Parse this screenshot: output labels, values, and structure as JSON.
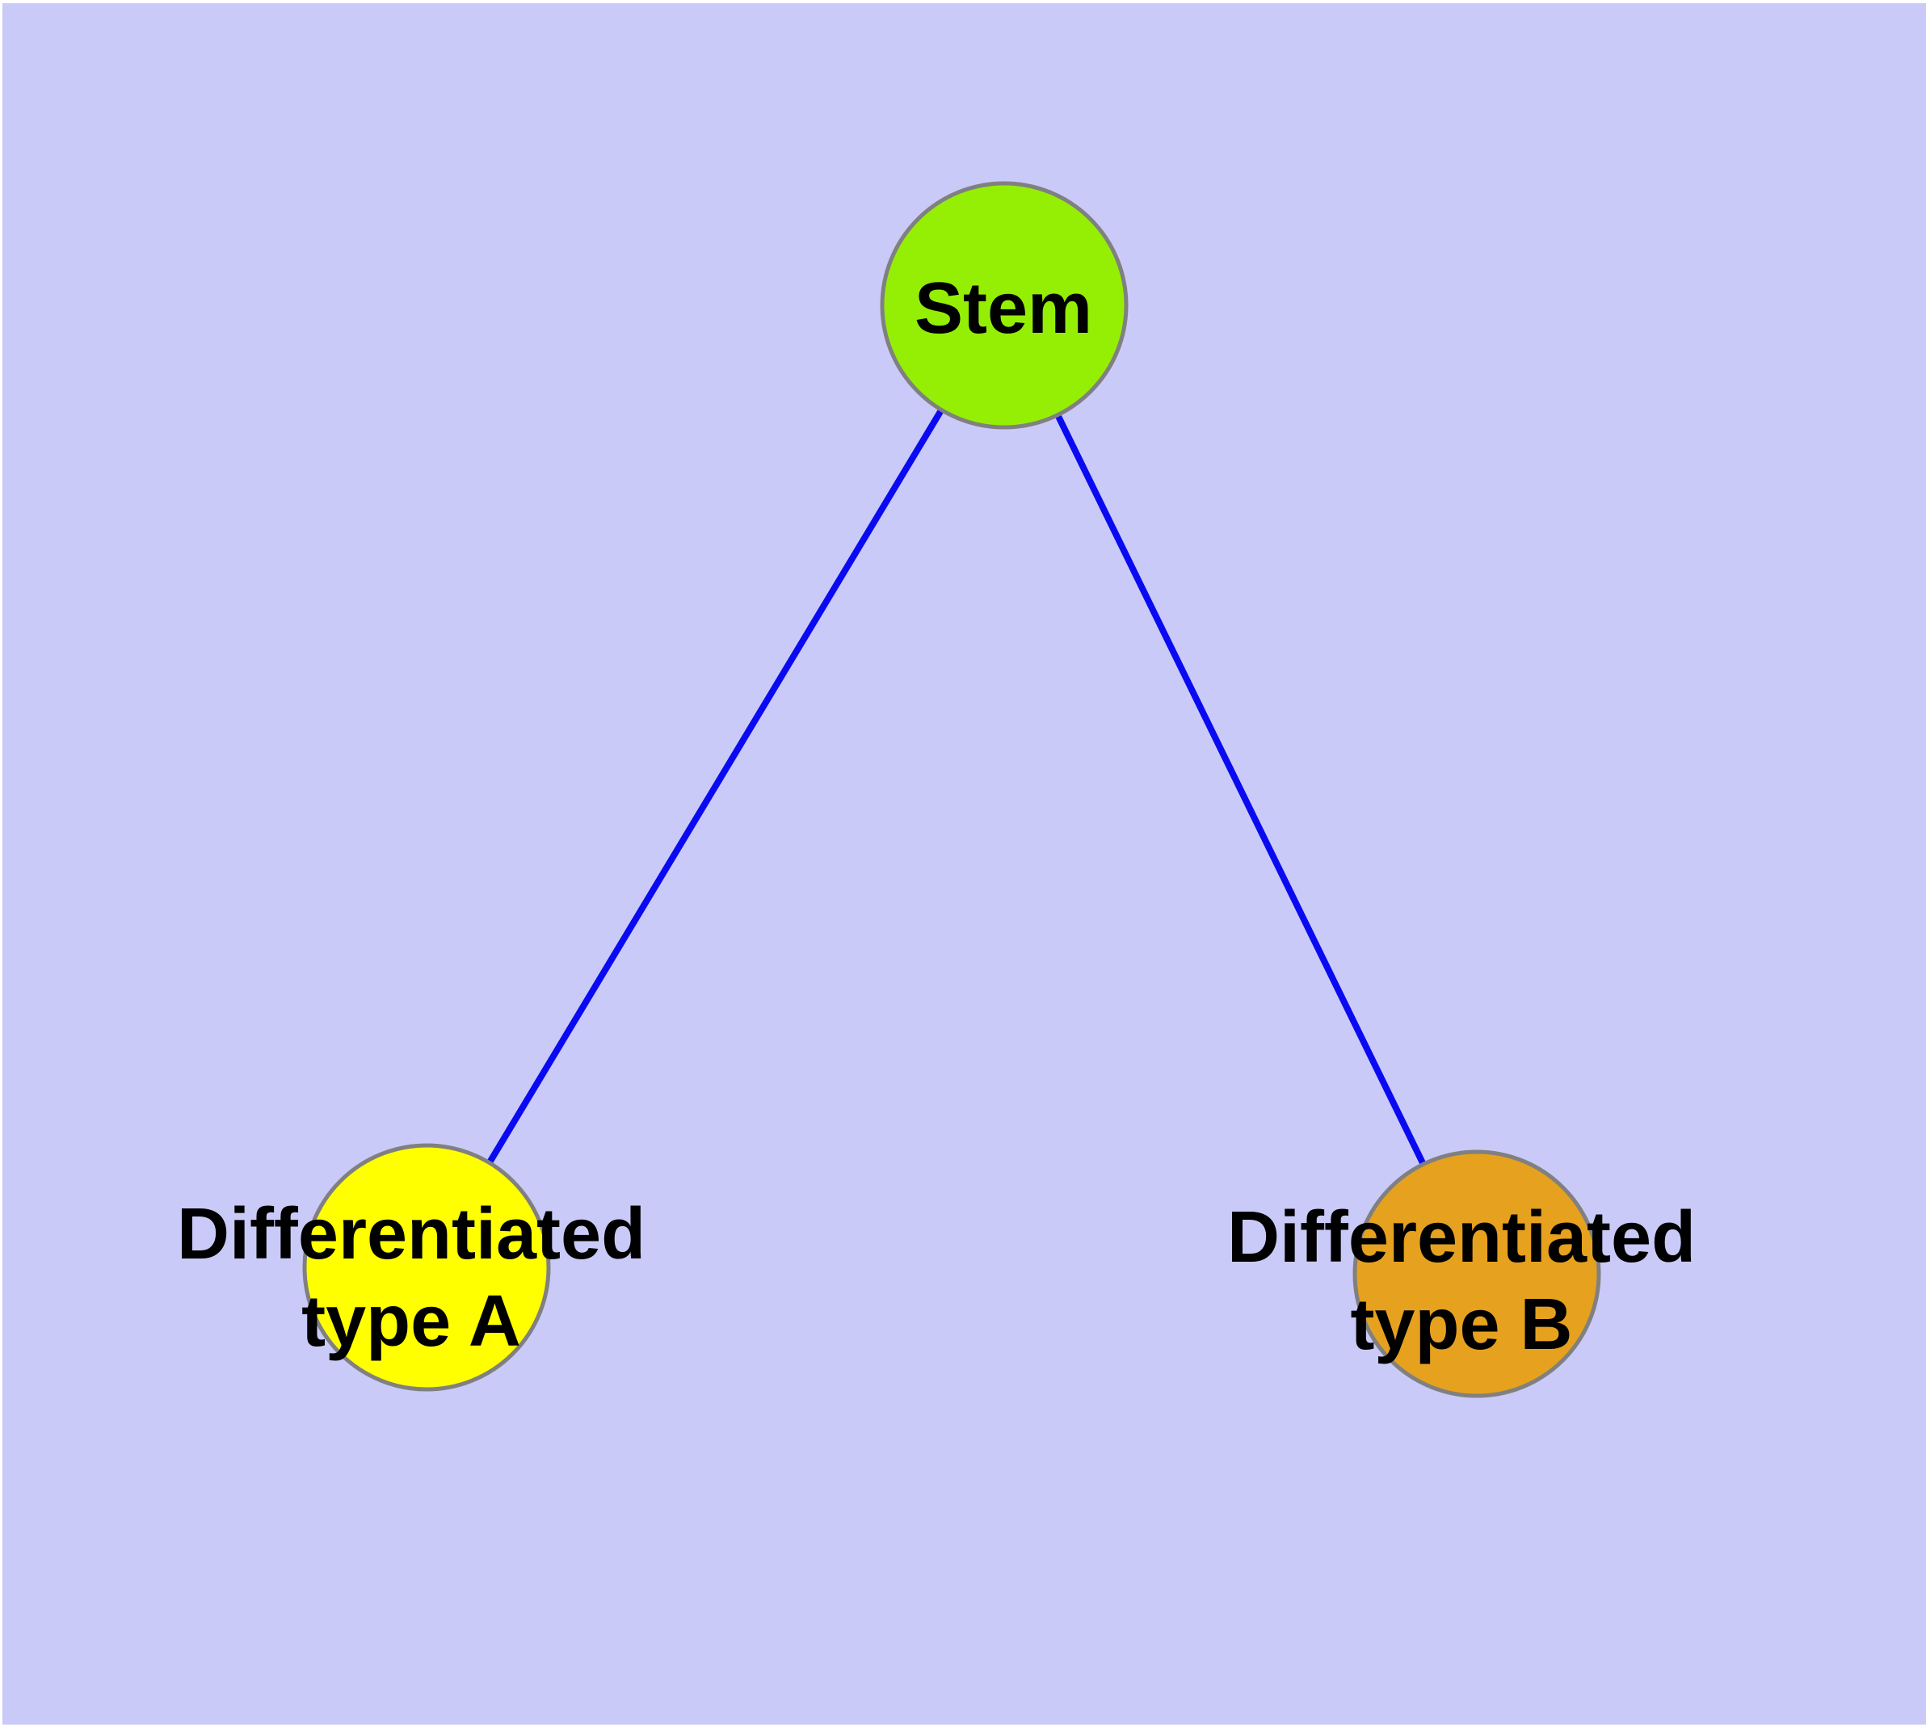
{
  "diagram": {
    "frame_color": "#ffffff",
    "background_color": "#cacaf8",
    "edge_color": "#0a0af2",
    "node_border_color": "#808080",
    "label_color": "#000000",
    "nodes": [
      {
        "id": "stem",
        "lines": [
          "Stem"
        ],
        "fill": "#94ef05"
      },
      {
        "id": "differentiated-type-a",
        "lines": [
          "Differentiated",
          "type A"
        ],
        "fill": "#ffff00"
      },
      {
        "id": "differentiated-type-b",
        "lines": [
          "Differentiated",
          "type B"
        ],
        "fill": "#e6a11e"
      }
    ],
    "edges": [
      {
        "from": "stem",
        "to": "differentiated-type-a"
      },
      {
        "from": "stem",
        "to": "differentiated-type-b"
      }
    ]
  }
}
